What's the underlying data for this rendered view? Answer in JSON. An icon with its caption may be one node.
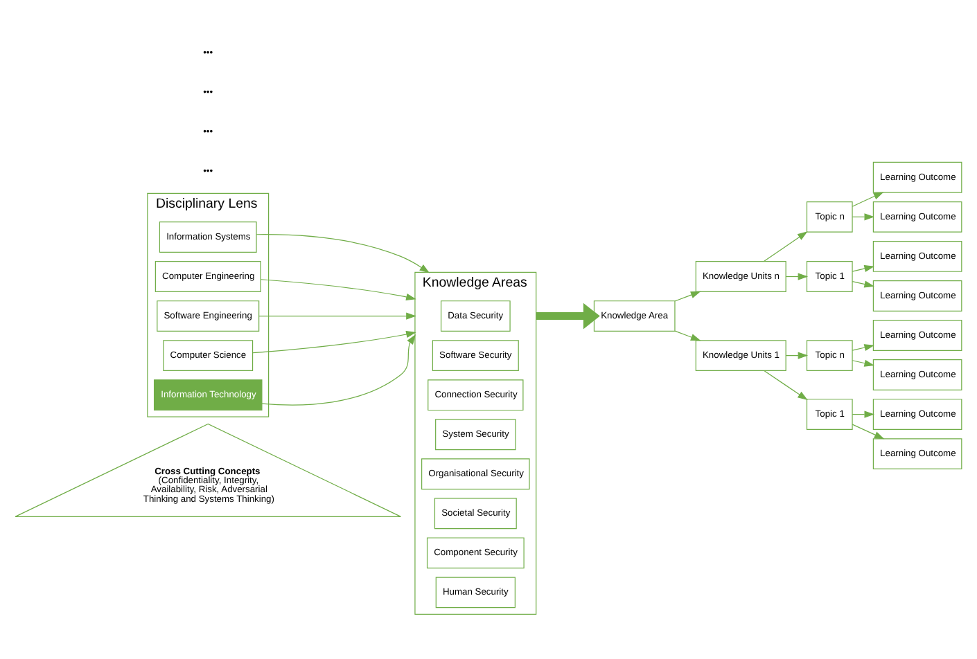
{
  "diagram": {
    "nodes": [
      {
        "text": [
          "Cross Cutting Concepts",
          "(Confidentiality, Integrity, Availability, Risk, Adversarial Thinking and Systems Thinking)"
        ]
      },
      {
        "text": [
          "Disciplinary Lens"
        ]
      },
      {
        "text": [
          "Information Systems"
        ],
        "in": 1
      },
      {
        "text": [
          "Computer Engineering"
        ],
        "in": 1
      },
      {
        "text": [
          "Software Engineering"
        ],
        "in": 1
      },
      {
        "text": [
          "Computer Science"
        ],
        "in": 1
      },
      {
        "text": [
          "Information Technology"
        ],
        "in": 1
      },
      {
        "text": [
          "Knowledge Areas"
        ]
      },
      {
        "text": [
          "Data Security"
        ],
        "in": 7
      },
      {
        "text": [
          "Software Security"
        ],
        "in": 7
      },
      {
        "text": [
          "Connection Security"
        ],
        "in": 7
      },
      {
        "text": [
          "System Security"
        ],
        "in": 7
      },
      {
        "text": [
          "Organisational Security"
        ],
        "in": 7
      },
      {
        "text": [
          "Societal Security"
        ],
        "in": 7
      },
      {
        "text": [
          "Component Security"
        ],
        "in": 7
      },
      {
        "text": [
          "Human Security"
        ],
        "in": 7
      },
      {
        "text": [
          "Knowledge Area"
        ]
      },
      {
        "text": [
          "Knowledge Units n"
        ]
      },
      {
        "text": [
          "Knowledge Units 1"
        ]
      },
      {
        "text": [
          "Topic n"
        ]
      },
      {
        "text": [
          "Topic 1"
        ]
      },
      {
        "text": [
          "Topic n"
        ]
      },
      {
        "text": [
          "Topic 1"
        ]
      },
      {
        "text": [
          "Learning Outcome"
        ]
      },
      {
        "text": [
          "Learning Outcome"
        ]
      },
      {
        "text": [
          "Learning Outcome"
        ]
      },
      {
        "text": [
          "Learning Outcome"
        ]
      },
      {
        "text": [
          "Learning Outcome"
        ]
      },
      {
        "text": [
          "Learning Outcome"
        ]
      },
      {
        "text": [
          "Learning Outcome"
        ]
      },
      {
        "text": [
          "Learning Outcome"
        ]
      }
    ],
    "edges": [
      {
        "from": 2,
        "to": 7,
        "arrow": "to"
      },
      {
        "from": 3,
        "to": 7,
        "arrow": "to"
      },
      {
        "from": 4,
        "to": 7,
        "arrow": "to"
      },
      {
        "from": 5,
        "to": 7,
        "arrow": "to"
      },
      {
        "from": 6,
        "to": 7,
        "arrow": "to"
      },
      {
        "from": 7,
        "to": 16,
        "arrow": "to",
        "style": "thick"
      },
      {
        "from": 16,
        "to": 17,
        "arrow": "to"
      },
      {
        "from": 16,
        "to": 18,
        "arrow": "to"
      },
      {
        "from": 17,
        "to": 19,
        "arrow": "to"
      },
      {
        "from": 17,
        "to": 20,
        "arrow": "to"
      },
      {
        "from": 18,
        "to": 21,
        "arrow": "to"
      },
      {
        "from": 18,
        "to": 22,
        "arrow": "to"
      },
      {
        "from": 19,
        "to": 23,
        "arrow": "to"
      },
      {
        "from": 19,
        "to": 24,
        "arrow": "to"
      },
      {
        "from": 20,
        "to": 25,
        "arrow": "to"
      },
      {
        "from": 20,
        "to": 26,
        "arrow": "to"
      },
      {
        "from": 21,
        "to": 27,
        "arrow": "to"
      },
      {
        "from": 21,
        "to": 28,
        "arrow": "to"
      },
      {
        "from": 22,
        "to": 29,
        "arrow": "to"
      },
      {
        "from": 22,
        "to": 30,
        "arrow": "to"
      }
    ],
    "labels": [
      "•••",
      "•••",
      "•••",
      "•••"
    ]
  }
}
